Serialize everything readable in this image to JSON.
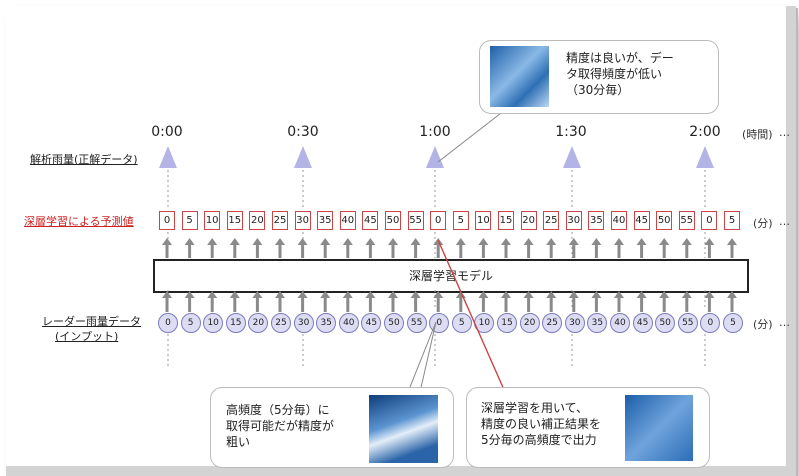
{
  "times": [
    "0:00",
    "0:30",
    "1:00",
    "1:30",
    "2:00"
  ],
  "time_unit": "(時間)",
  "labels": {
    "analysis": "解析雨量(正解データ)",
    "prediction": "深層学習による予測値",
    "radar_line1": "レーダー雨量データ",
    "radar_line2": "(インプット)"
  },
  "minute_unit": "(分)",
  "ellipsis": "…",
  "model_label": "深層学習モデル",
  "predicted_values": [
    "0",
    "5",
    "10",
    "15",
    "20",
    "25",
    "30",
    "35",
    "40",
    "45",
    "50",
    "55",
    "0",
    "5",
    "10",
    "15",
    "20",
    "25",
    "30",
    "35",
    "40",
    "45",
    "50",
    "55",
    "0",
    "5"
  ],
  "radar_values": [
    "0",
    "5",
    "10",
    "15",
    "20",
    "25",
    "30",
    "35",
    "40",
    "45",
    "50",
    "55",
    "0",
    "5",
    "10",
    "15",
    "20",
    "25",
    "30",
    "35",
    "40",
    "45",
    "50",
    "55",
    "0",
    "5"
  ],
  "callouts": {
    "top": [
      "精度は良いが、デー",
      "タ取得頻度が低い",
      "（30分毎）"
    ],
    "bottom_left": [
      "高頻度（5分毎）に",
      "取得可能だが精度が",
      "粗い"
    ],
    "bottom_right": [
      "深層学習を用いて、",
      "精度の良い補正結果を",
      "5分毎の高頻度で出力"
    ]
  },
  "colors": {
    "triangle": "#b3b3e6",
    "pred_border": "#cc4444",
    "circle_fill": "#dcdcf2",
    "arrow": "#8a8a8a",
    "pointer": "#cc4444"
  }
}
